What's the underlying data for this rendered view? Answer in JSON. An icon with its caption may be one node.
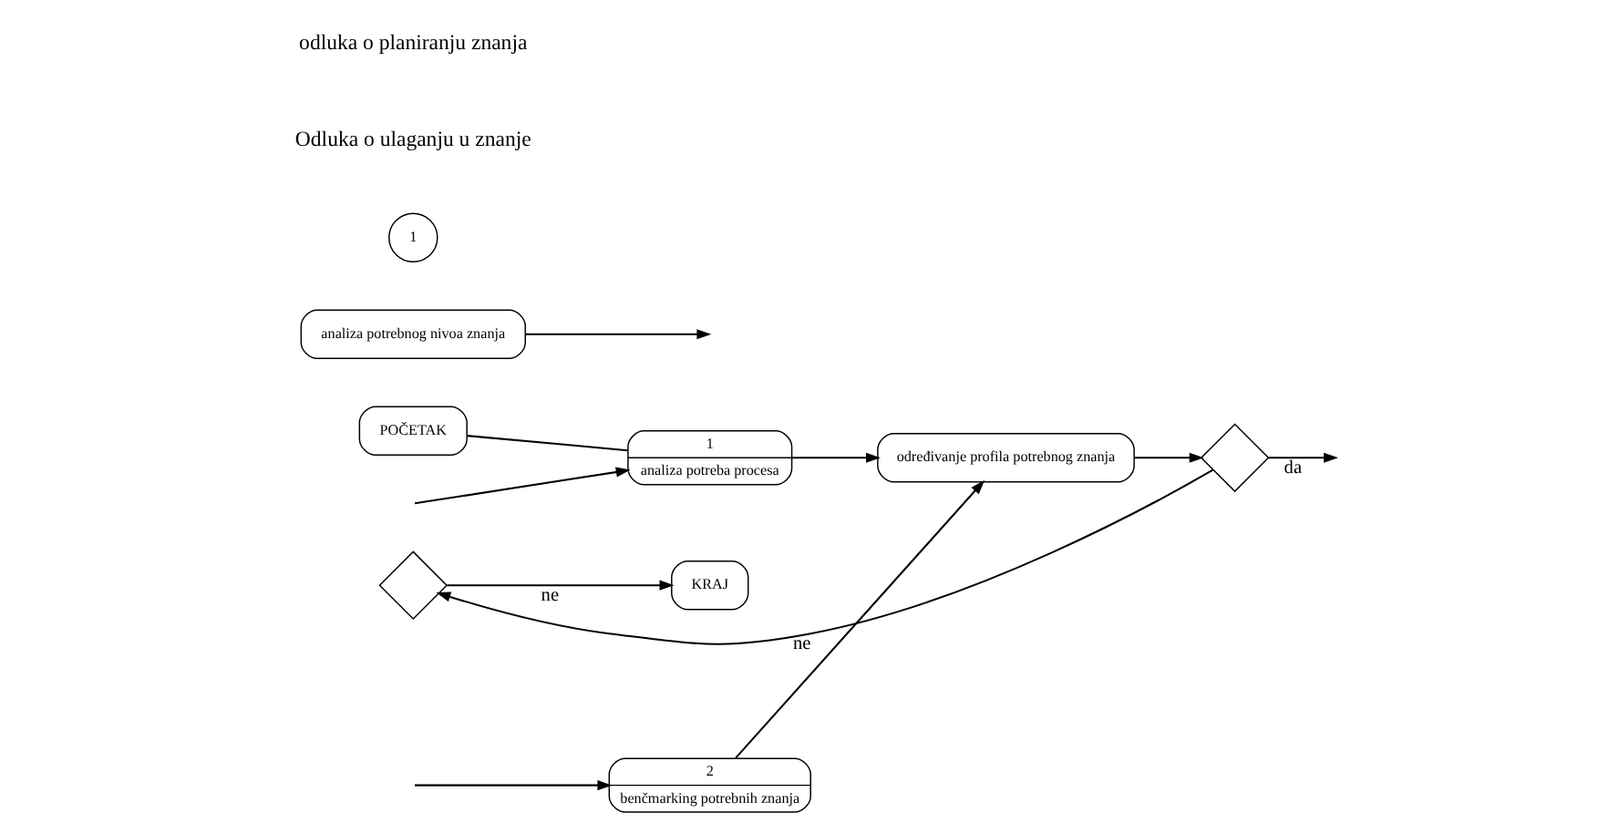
{
  "diagram": {
    "nodes": [
      {
        "text": [
          "POČETAK"
        ]
      },
      {
        "text": [
          "1",
          "analiza potreba procesa"
        ]
      },
      {
        "text": [],
        "shape": "diamond"
      },
      {
        "text": [
          "određivanje profila potrebnog znanja"
        ]
      },
      {
        "text": [],
        "shape": "diamond"
      },
      {
        "text": [
          "2",
          "benčmarking potrebnih znanja"
        ]
      },
      {
        "text": [
          "KRAJ"
        ]
      },
      {
        "text": [
          "analiza potrebnog nivoa znanja"
        ]
      },
      {
        "text": [
          "1"
        ]
      }
    ],
    "edges": [
      {
        "from": null,
        "to": 1,
        "arrow": "to"
      },
      {
        "from": 0,
        "to": 1,
        "arrow": "none"
      },
      {
        "from": 1,
        "to": 3,
        "arrow": "to"
      },
      {
        "from": 4,
        "to": 2,
        "arrow": "to",
        "label": "ne"
      },
      {
        "from": 2,
        "to": 6,
        "arrow": "to",
        "label": "ne"
      },
      {
        "from": null,
        "to": 5,
        "arrow": "to"
      },
      {
        "from": 5,
        "to": 3,
        "arrow": "to"
      },
      {
        "from": 3,
        "to": 4,
        "arrow": "to"
      },
      {
        "from": 4,
        "to": null,
        "arrow": "to",
        "label": "da"
      },
      {
        "from": 7,
        "to": null,
        "arrow": "to"
      }
    ],
    "labels": [
      "Odluka o ulaganju u znanje",
      "odluka o planiranju znanja"
    ]
  }
}
